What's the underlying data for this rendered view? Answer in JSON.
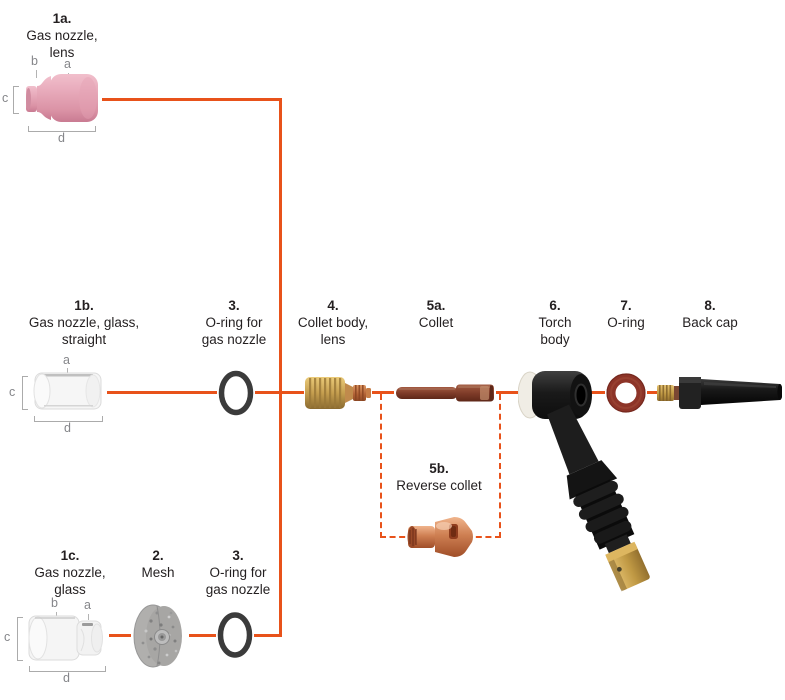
{
  "colors": {
    "connector": "#E8521A",
    "label_text": "#231F20",
    "dim_text": "#85868A",
    "ceramic_pink": "#E9ADBD",
    "oring_black": "#3B3B3B",
    "oring_maroon": "#8D3428",
    "brass": "#C59E4F",
    "copper": "#B06034",
    "torch_black": "#1A1A1A",
    "mesh_gray": "#A7A6A4",
    "glass_gray": "#F5F5F5"
  },
  "labels": {
    "p1a": {
      "num": "1a.",
      "line1": "Gas nozzle,",
      "line2": "lens"
    },
    "p1b": {
      "num": "1b.",
      "line1": "Gas nozzle, glass,",
      "line2": "straight"
    },
    "p1c": {
      "num": "1c.",
      "line1": "Gas nozzle,",
      "line2": "glass"
    },
    "p2": {
      "num": "2.",
      "line1": "Mesh"
    },
    "p3_mid": {
      "num": "3.",
      "line1": "O-ring for",
      "line2": "gas nozzle"
    },
    "p3_bot": {
      "num": "3.",
      "line1": "O-ring for",
      "line2": "gas nozzle"
    },
    "p4": {
      "num": "4.",
      "line1": "Collet body,",
      "line2": "lens"
    },
    "p5a": {
      "num": "5a.",
      "line1": "Collet"
    },
    "p5b": {
      "num": "5b.",
      "line1": "Reverse collet"
    },
    "p6": {
      "num": "6.",
      "line1": "Torch",
      "line2": "body"
    },
    "p7": {
      "num": "7.",
      "line1": "O-ring"
    },
    "p8": {
      "num": "8.",
      "line1": "Back cap"
    }
  },
  "dims": {
    "a": "a",
    "b": "b",
    "c": "c",
    "d": "d"
  }
}
